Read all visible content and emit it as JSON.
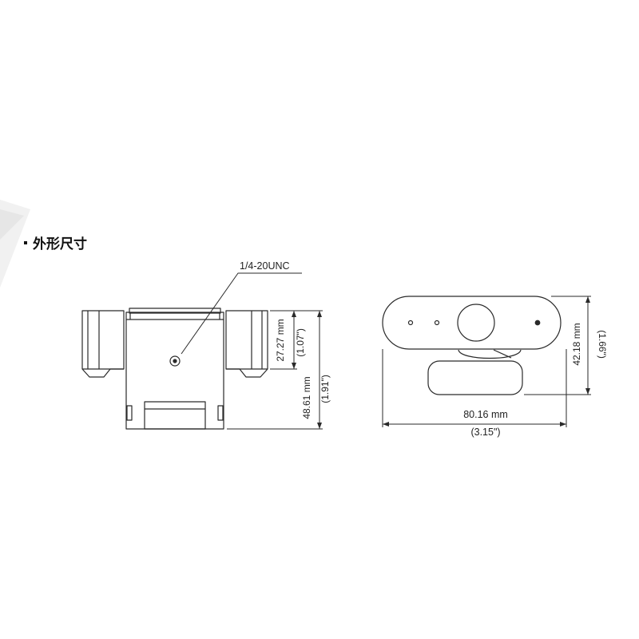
{
  "section": {
    "title": "外形尺寸"
  },
  "left_view": {
    "mount_label": "1/4-20UNC",
    "upper_height_mm": "27.27 mm",
    "upper_height_in": "(1.07\")",
    "total_height_mm": "48.61 mm",
    "total_height_in": "(1.91\")"
  },
  "front_view": {
    "height_mm": "42.18 mm",
    "height_in": "(1.66\")",
    "width_mm": "80.16 mm",
    "width_in": "(3.15\")"
  },
  "colors": {
    "line": "#2a2a2a",
    "text": "#222222",
    "deco": "#eeeeee"
  }
}
